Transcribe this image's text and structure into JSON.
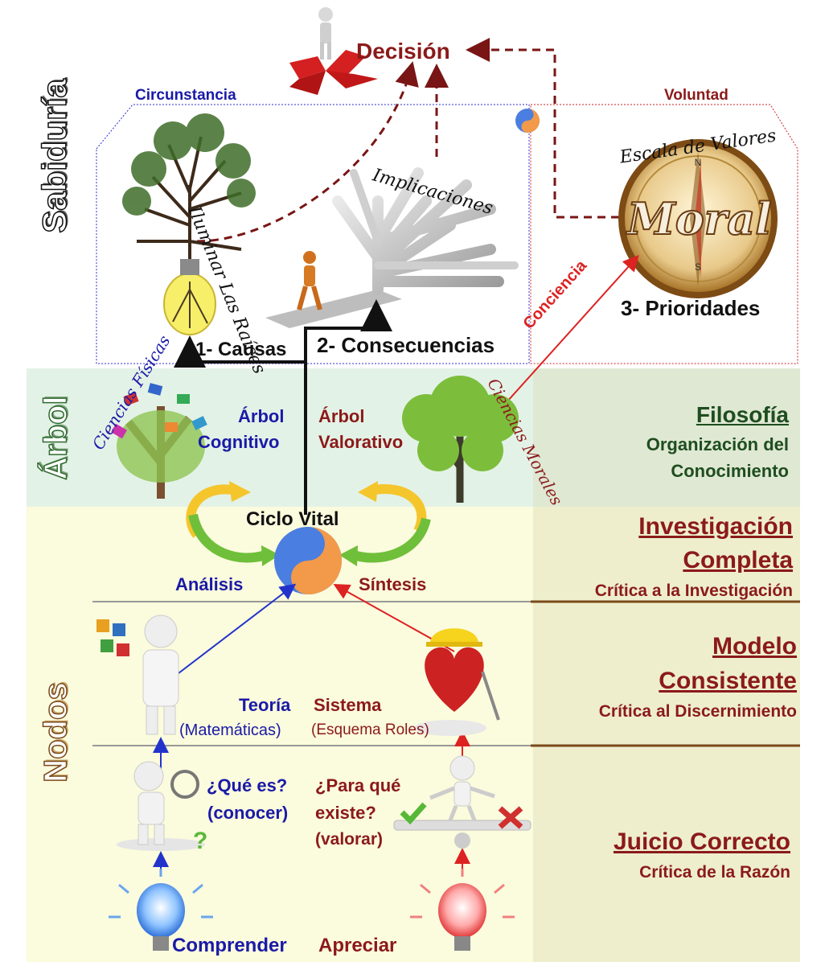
{
  "side_titles": {
    "top": "Sabiduría",
    "middle": "Árbol",
    "bottom": "Nodos"
  },
  "top": {
    "decision": "Decisión",
    "circunstancia": "Circunstancia",
    "voluntad": "Voluntad",
    "iluminar": "Iluminar Las Raíces",
    "implicaciones": "Implicaciones",
    "escala": "Escala de Valores",
    "moral": "Moral",
    "causas": "1- Causas",
    "consecuencias": "2- Consecuencias",
    "prioridades": "3- Prioridades",
    "conciencia": "Conciencia"
  },
  "arbol": {
    "ciencias_fisicas": "Ciencias Físicas",
    "ciencias_morales": "Ciencias Morales",
    "cognitivo_1": "Árbol",
    "cognitivo_2": "Cognitivo",
    "valorativo_1": "Árbol",
    "valorativo_2": "Valorativo",
    "filosofia": "Filosofía",
    "organizacion_1": "Organización del",
    "organizacion_2": "Conocimiento"
  },
  "ciclo": {
    "ciclo_vital": "Ciclo Vital",
    "analisis": "Análisis",
    "sintesis": "Síntesis",
    "investigacion_1": "Investigación",
    "investigacion_2": "Completa",
    "critica_investigacion": "Crítica a la Investigación"
  },
  "modelo": {
    "teoria": "Teoría",
    "matematicas": "(Matemáticas)",
    "sistema": "Sistema",
    "esquema": "(Esquema Roles)",
    "modelo_1": "Modelo",
    "modelo_2": "Consistente",
    "critica_discernimiento": "Crítica al Discernimiento"
  },
  "juicio": {
    "que_es": "¿Qué es?",
    "conocer": "(conocer)",
    "para_que_1": "¿Para qué",
    "para_que_2": "existe?",
    "valorar": "(valorar)",
    "juicio_correcto": "Juicio Correcto",
    "critica_razon": "Crítica de la Razón",
    "comprender": "Comprender",
    "apreciar": "Apreciar"
  },
  "colors": {
    "blue": "#1a1aa8",
    "dark_red": "#8b1a1a",
    "dark_green": "#1f4d1f",
    "mint_band": "#e3f2e6",
    "cream_band": "#fbfbdd",
    "right_panel": "#ececd0"
  }
}
